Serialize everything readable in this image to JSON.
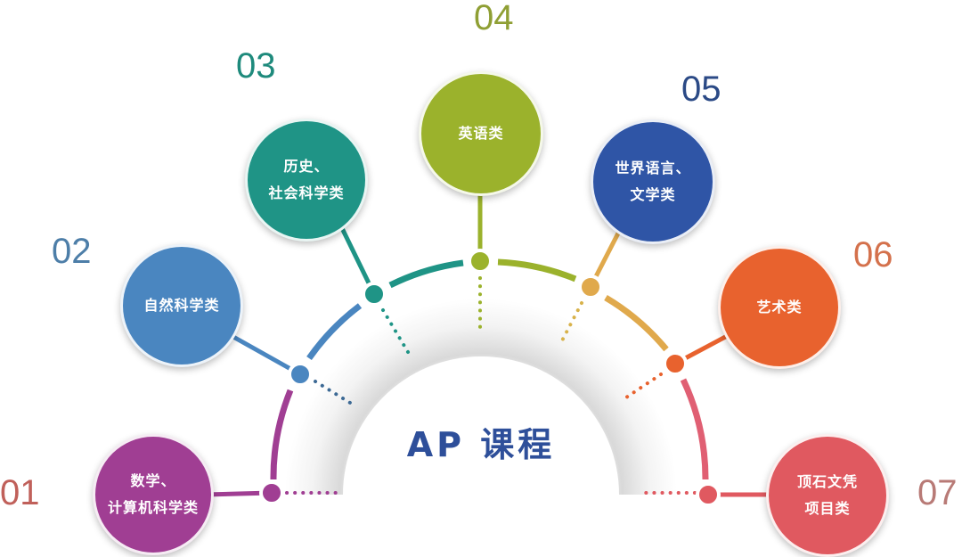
{
  "center": {
    "title": "AP 课程",
    "color": "#2e4f9a"
  },
  "categories": [
    {
      "num": "01",
      "lines": [
        "数学、",
        "计算机科学类"
      ],
      "color": "#a03e93",
      "numColor": "#c0605a"
    },
    {
      "num": "02",
      "lines": [
        "自然科学类"
      ],
      "color": "#4a86c0",
      "numColor": "#4d7ea8"
    },
    {
      "num": "03",
      "lines": [
        "历史、",
        "社会科学类"
      ],
      "color": "#1f9486",
      "numColor": "#1e8a7c"
    },
    {
      "num": "04",
      "lines": [
        "英语类"
      ],
      "color": "#9bb22c",
      "numColor": "#8f9f34"
    },
    {
      "num": "05",
      "lines": [
        "世界语言、",
        "文学类"
      ],
      "color": "#2f55a6",
      "numColor": "#2b4a86"
    },
    {
      "num": "06",
      "lines": [
        "艺术类"
      ],
      "color": "#e8622e",
      "numColor": "#d4714c"
    },
    {
      "num": "07",
      "lines": [
        "顶石文凭",
        "项目类"
      ],
      "color": "#e05960",
      "numColor": "#b87a76"
    }
  ]
}
